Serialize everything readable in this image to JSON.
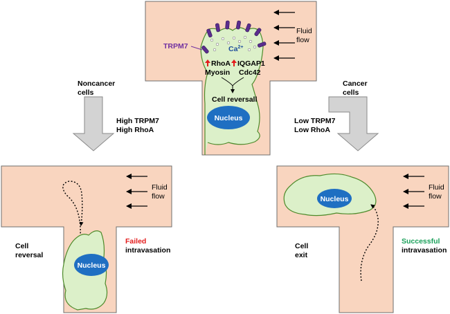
{
  "colors": {
    "channel": "#f9d5bf",
    "channel_edge": "#6e6e6e",
    "cell_fill": "#dcf0c9",
    "cell_edge": "#4d8a2a",
    "nucleus": "#1f6fc2",
    "trpm7_label": "#7030a0",
    "up_arrow": "#e31b1b",
    "failed": "#e31b1b",
    "successful": "#1aa05a",
    "big_arrow_fill": "#d3d3d3",
    "big_arrow_edge": "#8a8a8a",
    "channel_icon": "#5b2d8e"
  },
  "top_panel": {
    "fluid": "Fluid",
    "flow": "flow",
    "trpm7": "TRPM7",
    "ca": "Ca",
    "ca_sup": "2+",
    "rhoa": "RhoA",
    "myosin": "Myosin",
    "iqgap1": "IQGAP1",
    "cdc42": "Cdc42",
    "cell_reversal": "Cell reversall",
    "nucleus": "Nucleus"
  },
  "left_branch": {
    "title_1": "Noncancer",
    "title_2": "cells",
    "cond_1": "High TRPM7",
    "cond_2": "High RhoA"
  },
  "right_branch": {
    "title_1": "Cancer",
    "title_2": "cells",
    "cond_1": "Low TRPM7",
    "cond_2": "Low RhoA"
  },
  "bottom_left": {
    "fluid": "Fluid",
    "flow": "flow",
    "cell_1": "Cell",
    "cell_2": "reversal",
    "failed": "Failed",
    "intravasation": "intravasation",
    "nucleus": "Nucleus"
  },
  "bottom_right": {
    "fluid": "Fluid",
    "flow": "flow",
    "cell_1": "Cell",
    "cell_2": "exit",
    "successful": "Successful",
    "intravasation": "intravasation",
    "nucleus": "Nucleus"
  }
}
